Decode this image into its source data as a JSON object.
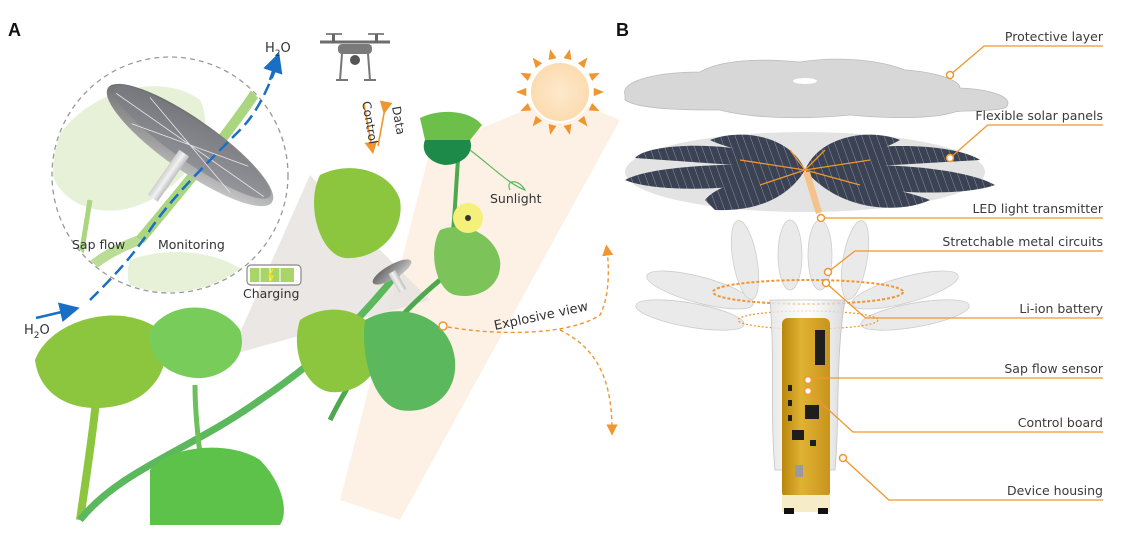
{
  "panel_a": {
    "letter": "A",
    "labels": {
      "h2o_top": "H",
      "h2o_top_sub": "2",
      "h2o_top_o": "O",
      "h2o_bottom": "H",
      "h2o_bottom_sub": "2",
      "h2o_bottom_o": "O",
      "sap_flow": "Sap flow",
      "monitoring": "Monitoring",
      "charging": "Charging",
      "data": "Data",
      "control": "Control",
      "sunlight": "Sunlight",
      "explosive_view": "Explosive view"
    }
  },
  "panel_b": {
    "letter": "B",
    "callouts": [
      {
        "label": "Protective layer"
      },
      {
        "label": "Flexible solar panels"
      },
      {
        "label": "LED light transmitter"
      },
      {
        "label": "Stretchable metal circuits"
      },
      {
        "label": "Li-ion battery"
      },
      {
        "label": "Sap flow sensor"
      },
      {
        "label": "Control board"
      },
      {
        "label": "Device housing"
      }
    ]
  },
  "colors": {
    "accent_orange": "#f0962e",
    "flow_blue": "#1a6fc4",
    "leaf_light": "#8cc63f",
    "leaf_mid": "#5cb85c",
    "leaf_dark": "#1e8a4a",
    "sun_fill": "#fde3c0",
    "beam": "#fdf1e6",
    "panel_dark": "#3c4352",
    "board_gold": "#d9a521"
  }
}
